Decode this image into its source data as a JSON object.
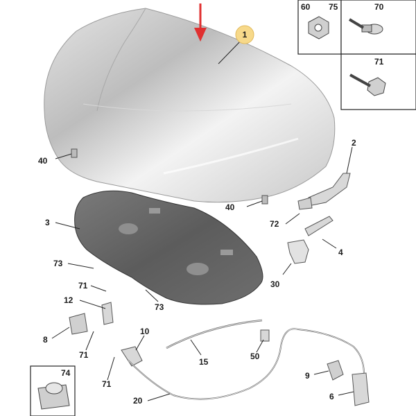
{
  "diagram": {
    "callout_highlight": "1",
    "arrow_color": "#e03030",
    "callout_fill": "#f7d98a",
    "labels": {
      "l1": "1",
      "l2": "2",
      "l3": "3",
      "l4": "4",
      "l6": "6",
      "l8": "8",
      "l9": "9",
      "l10": "10",
      "l12": "12",
      "l15": "15",
      "l20": "20",
      "l30": "30",
      "l40a": "40",
      "l40b": "40",
      "l50": "50",
      "l60": "60",
      "l70": "70",
      "l71a": "71",
      "l71b": "71",
      "l71c": "71",
      "l71d": "71",
      "l72": "72",
      "l73a": "73",
      "l73b": "73",
      "l74": "74",
      "l75": "75"
    }
  }
}
